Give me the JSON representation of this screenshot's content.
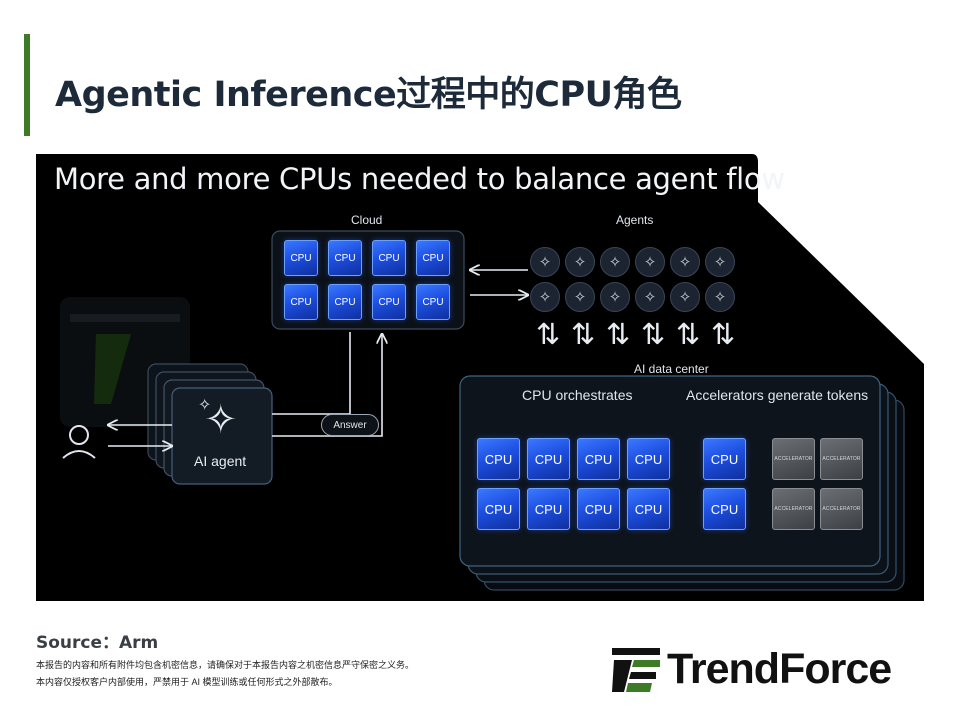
{
  "page": {
    "title": "Agentic Inference过程中的CPU角色",
    "accent_color": "#3e7b26"
  },
  "diagram": {
    "heading": "More and more CPUs needed to balance agent flow",
    "cloud": {
      "label": "Cloud",
      "chips": [
        "CPU",
        "CPU",
        "CPU",
        "CPU",
        "CPU",
        "CPU",
        "CPU",
        "CPU"
      ]
    },
    "agents": {
      "label": "Agents",
      "icon": "sparkle-icon",
      "count": 12
    },
    "datacenter": {
      "label": "AI data center",
      "orchestrates_label": "CPU orchestrates",
      "accelerators_label": "Accelerators generate tokens",
      "orchestrator_chips": [
        "CPU",
        "CPU",
        "CPU",
        "CPU",
        "CPU",
        "CPU",
        "CPU",
        "CPU"
      ],
      "accelerator_side_chips": [
        "CPU",
        "CPU"
      ],
      "accelerators": [
        "ACCELERATOR",
        "ACCELERATOR",
        "ACCELERATOR",
        "ACCELERATOR"
      ]
    },
    "ai_agent": {
      "label": "AI agent",
      "icon": "sparkle-icon"
    },
    "answer_label": "Answer",
    "user_icon": "user-icon",
    "chip_color": "#2457e8",
    "accelerator_color": "#4e5157"
  },
  "footer": {
    "source": "Source：Arm",
    "disclaimer_1": "本报告的内容和所有附件均包含机密信息，请确保对于本报告内容之机密信息严守保密之义务。",
    "disclaimer_2": "本内容仅授权客户内部使用，严禁用于 AI 模型训练或任何形式之外部散布。",
    "brand": "TrendForce",
    "brand_color": "#3e7b26"
  }
}
